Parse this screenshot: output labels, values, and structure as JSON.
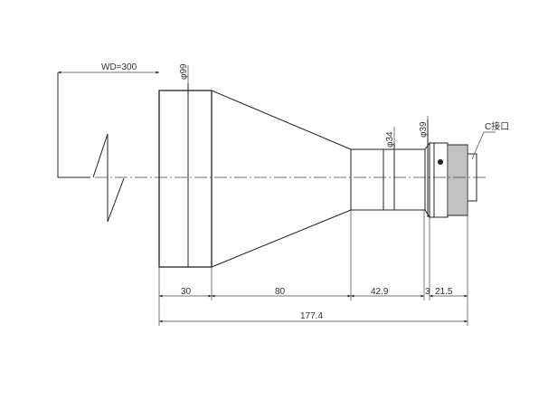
{
  "drawing": {
    "working_distance_label": "WD=300",
    "diameters": {
      "front": "φ99",
      "barrel": "φ34",
      "rear": "φ39"
    },
    "mount_label": "C接口",
    "segment_lengths": [
      "30",
      "80",
      "42.9",
      "3",
      "21.5"
    ],
    "total_length": "177.4",
    "line_color": "#222222"
  }
}
